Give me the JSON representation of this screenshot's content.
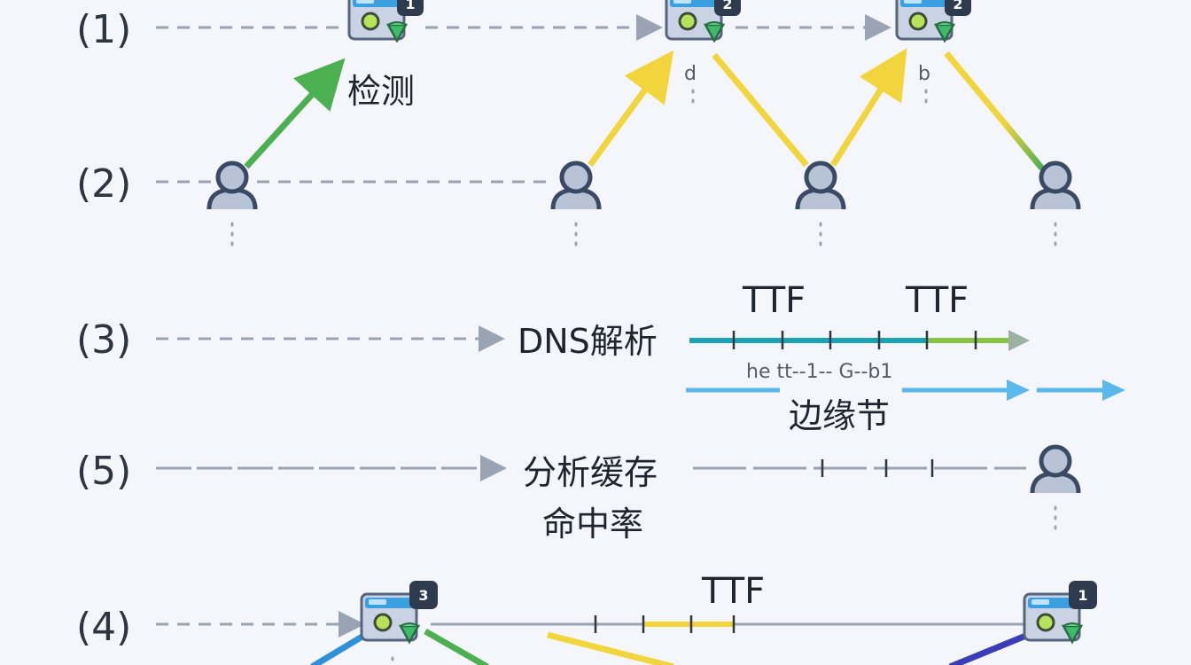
{
  "rows": {
    "r1": "(1)",
    "r2": "(2)",
    "r3": "(3)",
    "r5": "(5)",
    "r4": "(4)"
  },
  "labels": {
    "detect": "检测",
    "d": "d",
    "b": "b",
    "dns": "DNS解析",
    "ttf1": "TTF",
    "ttf2": "TTF",
    "ttf3": "TTF",
    "tick_caption": "he tt--1-- G--b1",
    "edge_node": "边缘节",
    "cache_line1": "分析缓存",
    "cache_line2": "命中率"
  },
  "badges": {
    "s1": "1",
    "s2": "2",
    "s3": "2",
    "s4": "3",
    "s5": "1"
  },
  "colors": {
    "green": "#4caf50",
    "yellow": "#f2d53c",
    "teal": "#1aa3b0",
    "light_green": "#8bc34a",
    "light_blue": "#5bb8ea",
    "blue": "#2f8fd8",
    "indigo": "#3a3db8",
    "gray_line": "#9aa3b4",
    "user_fill": "#b9c3d6",
    "user_stroke": "#3a4a66",
    "badge_bg": "#2e3a4e"
  },
  "icons": {
    "server": "server-icon",
    "user": "user-icon",
    "shield": "shield-badge-icon"
  }
}
